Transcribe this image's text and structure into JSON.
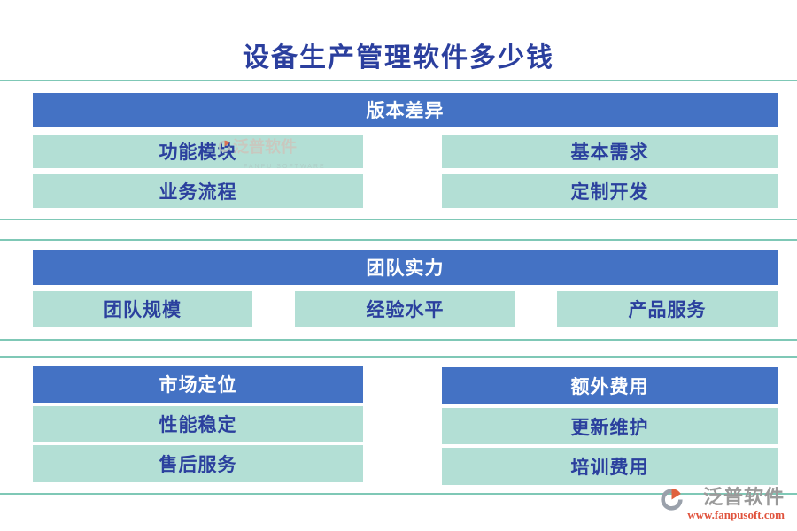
{
  "page": {
    "title": "设备生产管理软件多少钱"
  },
  "sections": [
    {
      "header": "版本差异",
      "items": [
        "功能模块",
        "基本需求",
        "业务流程",
        "定制开发"
      ]
    },
    {
      "header": "团队实力",
      "items": [
        "团队规模",
        "经验水平",
        "产品服务"
      ]
    },
    {
      "header": "市场定位",
      "items": [
        "性能稳定",
        "售后服务"
      ]
    },
    {
      "header": "额外费用",
      "items": [
        "更新维护",
        "培训费用"
      ]
    }
  ],
  "watermark": {
    "text": "泛普软件",
    "subtext": "FANPU SOFTWARE"
  },
  "logo": {
    "text": "泛普软件",
    "url": "www.fanpusoft.com"
  },
  "colors": {
    "header_bar_blue": "#4472C4",
    "item_box_teal": "#B3DFD5",
    "divider_teal": "#7FC8B6",
    "text_dark_blue": "#2B409E",
    "header_text_white": "#FFFFFF",
    "logo_gray": "#9A9A9A",
    "logo_url_red": "#E0523C",
    "logo_orange": "#E0613E"
  }
}
